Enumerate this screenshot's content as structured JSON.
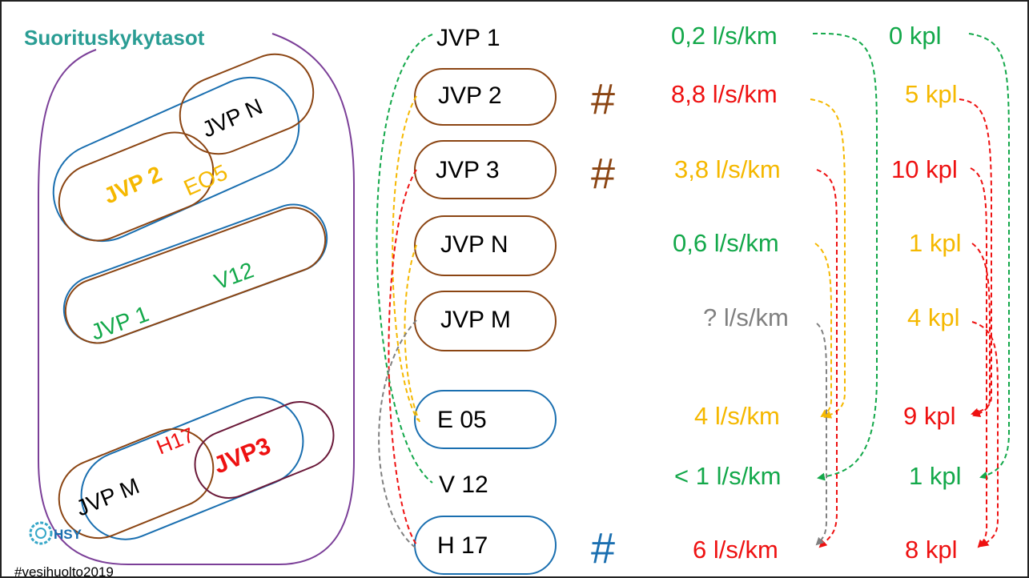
{
  "title": "Suorituskykytasot",
  "footer": {
    "logo_text": "HSY",
    "hashtag": "#vesihuolto2019"
  },
  "clusters": [
    {
      "name": "JVP 2",
      "color": "#f5b800"
    },
    {
      "name": "EO5",
      "color": "#f5b800"
    },
    {
      "name": "JVP N",
      "color": "#000000"
    },
    {
      "name": "JVP 1",
      "color": "#13a84a"
    },
    {
      "name": "V12",
      "color": "#13a84a"
    },
    {
      "name": "JVP M",
      "color": "#000000"
    },
    {
      "name": "H17",
      "color": "#ee1111"
    },
    {
      "name": "JVP3",
      "color": "#ee1111"
    }
  ],
  "rows": [
    {
      "name": "JVP 1",
      "rate": "0,2 l/s/km",
      "count": "0 kpl",
      "rate_color": "#13a84a",
      "count_color": "#13a84a",
      "hash": ""
    },
    {
      "name": "JVP 2",
      "rate": "8,8 l/s/km",
      "count": "5 kpl",
      "rate_color": "#ee1111",
      "count_color": "#f5b800",
      "hash": "#"
    },
    {
      "name": "JVP 3",
      "rate": "3,8 l/s/km",
      "count": "10 kpl",
      "rate_color": "#f5b800",
      "count_color": "#ee1111",
      "hash": "#"
    },
    {
      "name": "JVP N",
      "rate": "0,6 l/s/km",
      "count": "1 kpl",
      "rate_color": "#13a84a",
      "count_color": "#f5b800",
      "hash": ""
    },
    {
      "name": "JVP M",
      "rate": "? l/s/km",
      "count": "4 kpl",
      "rate_color": "#808080",
      "count_color": "#f5b800",
      "hash": ""
    },
    {
      "name": "E 05",
      "rate": "4 l/s/km",
      "count": "9 kpl",
      "rate_color": "#f5b800",
      "count_color": "#ee1111",
      "hash": ""
    },
    {
      "name": "V 12",
      "rate": "< 1 l/s/km",
      "count": "1 kpl",
      "rate_color": "#13a84a",
      "count_color": "#13a84a",
      "hash": ""
    },
    {
      "name": "H 17",
      "rate": "6 l/s/km",
      "count": "8 kpl",
      "rate_color": "#ee1111",
      "count_color": "#ee1111",
      "hash": "#"
    }
  ],
  "hash_colors": {
    "jvp2": "#8b4513",
    "jvp3": "#8b4513",
    "h17": "#1a6fb0"
  }
}
